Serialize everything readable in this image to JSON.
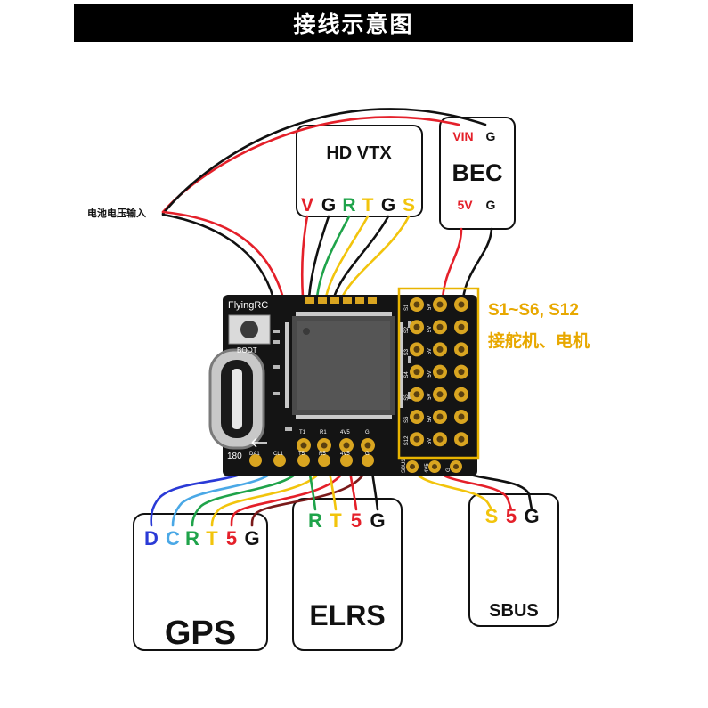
{
  "title": "接线示意图",
  "battery_label": "电池电压输入",
  "board": {
    "brand": "FlyingRC",
    "boot_label": "BOOT",
    "rotation_label": "180"
  },
  "modules": {
    "hd_vtx": {
      "name": "HD VTX",
      "pins": [
        "V",
        "G",
        "R",
        "T",
        "G",
        "S"
      ]
    },
    "bec": {
      "name": "BEC",
      "top_pins": [
        "VIN",
        "G"
      ],
      "bottom_pins": [
        "5V",
        "G"
      ]
    },
    "gps": {
      "name": "GPS",
      "pins": [
        "D",
        "C",
        "R",
        "T",
        "5",
        "G"
      ]
    },
    "elrs": {
      "name": "ELRS",
      "pins": [
        "R",
        "T",
        "5",
        "G"
      ]
    },
    "sbus": {
      "name": "SBUS",
      "pins": [
        "S",
        "5",
        "G"
      ]
    }
  },
  "servo_note": {
    "line1": "S1~S6, S12",
    "line2": "接舵机、电机"
  },
  "pad_labels": {
    "bottom_left": [
      "DA1",
      "CL1",
      "T5",
      "R5",
      "4V5",
      "G"
    ],
    "upper_row": [
      "T1",
      "R1",
      "4V5",
      "G"
    ],
    "servo_rows": [
      "S1",
      "S2",
      "S3",
      "S4",
      "S5",
      "S6",
      "S12"
    ],
    "servo_pin": "5V",
    "sbus_row": [
      "SBUS",
      "4V5",
      "G"
    ]
  },
  "colors": {
    "red": "#e4202a",
    "green": "#1fa34a",
    "yellow": "#f2c40c",
    "blue": "#2a3ad6",
    "black": "#111111",
    "gold_box": "#e8b400",
    "gold_text": "#e8a800",
    "board": "#141414"
  }
}
